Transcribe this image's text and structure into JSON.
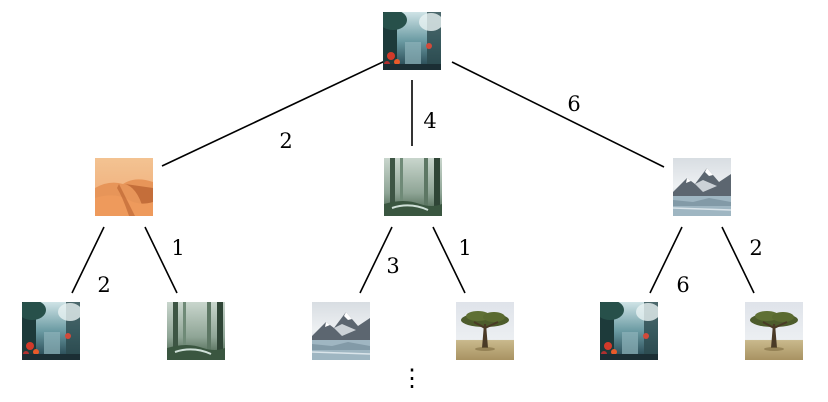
{
  "tree": {
    "nodes": [
      {
        "id": "root",
        "icon": "forest-flowers-image"
      },
      {
        "id": "desert",
        "icon": "desert-dunes-image"
      },
      {
        "id": "forest",
        "icon": "misty-forest-image"
      },
      {
        "id": "mountain",
        "icon": "mountain-lake-image"
      },
      {
        "id": "desert-c1",
        "icon": "forest-flowers-image"
      },
      {
        "id": "desert-c2",
        "icon": "misty-forest-image"
      },
      {
        "id": "forest-c1",
        "icon": "mountain-lake-image"
      },
      {
        "id": "forest-c2",
        "icon": "savanna-tree-image"
      },
      {
        "id": "mountain-c1",
        "icon": "forest-flowers-image"
      },
      {
        "id": "mountain-c2",
        "icon": "savanna-tree-image"
      }
    ],
    "edges": [
      {
        "from": "root",
        "to": "desert",
        "label": "2"
      },
      {
        "from": "root",
        "to": "forest",
        "label": "4"
      },
      {
        "from": "root",
        "to": "mountain",
        "label": "6"
      },
      {
        "from": "desert",
        "to": "desert-c1",
        "label": "2"
      },
      {
        "from": "desert",
        "to": "desert-c2",
        "label": "1"
      },
      {
        "from": "forest",
        "to": "forest-c1",
        "label": "3"
      },
      {
        "from": "forest",
        "to": "forest-c2",
        "label": "1"
      },
      {
        "from": "mountain",
        "to": "mountain-c1",
        "label": "6"
      },
      {
        "from": "mountain",
        "to": "mountain-c2",
        "label": "2"
      }
    ],
    "ellipsis": "⋮"
  }
}
